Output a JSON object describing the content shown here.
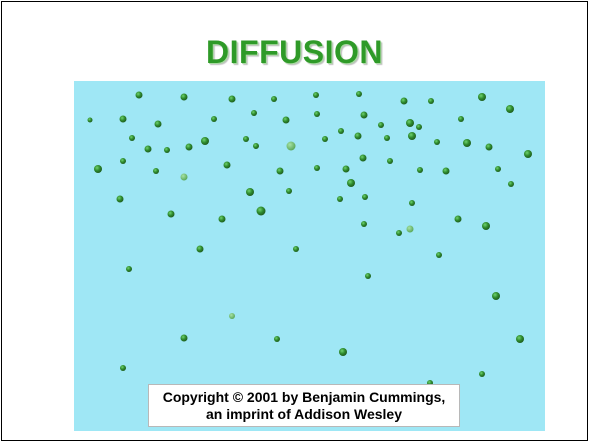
{
  "slide": {
    "title": "DIFFUSION",
    "title_color": "#2f9a28"
  },
  "figure": {
    "background_color": "#9fe7f5",
    "particle_color": "#2e8b2e",
    "particle_icon": "green-molecule-dot",
    "copyright": {
      "line1": "Copyright © 2001 by Benjamin Cummings,",
      "line2": "an imprint of Addison Wesley"
    }
  }
}
